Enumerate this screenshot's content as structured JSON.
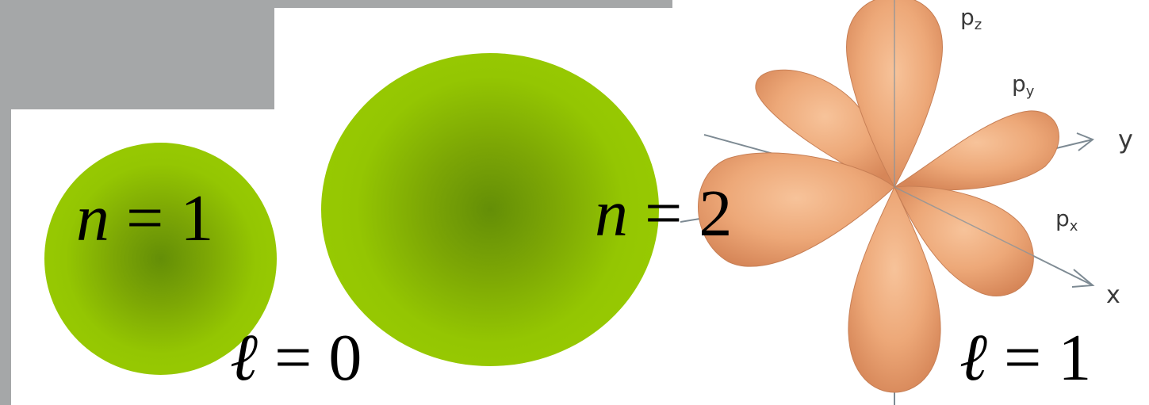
{
  "labels": {
    "n1": {
      "var": "n",
      "op": "=",
      "val": "1"
    },
    "l0": {
      "var": "ℓ",
      "op": "=",
      "val": "0"
    },
    "n2": {
      "var": "n",
      "op": "=",
      "val": "2"
    },
    "l1": {
      "var": "ℓ",
      "op": "=",
      "val": "1"
    }
  },
  "orbital": {
    "pz": {
      "base": "p",
      "sub": "z"
    },
    "py": {
      "base": "p",
      "sub": "y"
    },
    "px": {
      "base": "p",
      "sub": "x"
    },
    "axis_y": "y",
    "axis_x": "x"
  },
  "colors": {
    "background_gray": "#a5a7a8",
    "sphere_green": "#9ccf00",
    "sphere_center": "#648e07",
    "lobe_orange": "#efa978",
    "lobe_dark": "#d9865a"
  }
}
